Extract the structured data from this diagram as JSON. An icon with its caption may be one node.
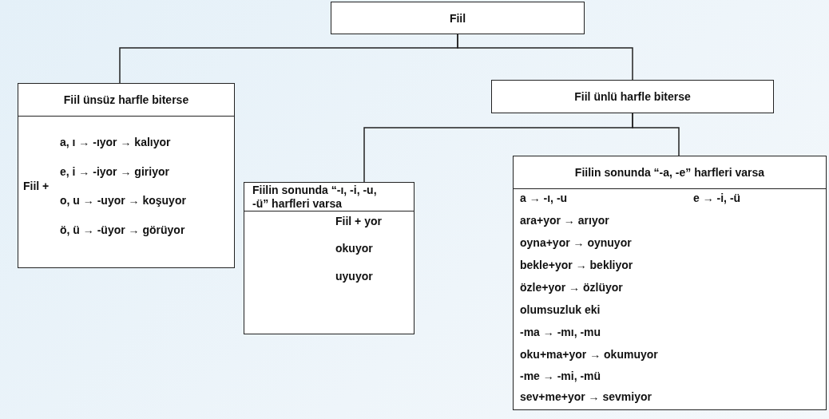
{
  "diagram": {
    "nodes": [
      {
        "text": [
          "Fiil"
        ]
      },
      {
        "text": [
          "Fiil ünsüz harfle biterse",
          "Fiil +",
          "a, ı → -ıyor → kalıyor",
          "e, i → -iyor → giriyor",
          "o, u → -uyor → koşuyor",
          "ö, ü → -üyor → görüyor"
        ]
      },
      {
        "text": [
          "Fiil ünlü harfle biterse"
        ]
      },
      {
        "text": [
          "Fiilin sonunda “-ı, -i, -u, -ü” harfleri varsa",
          "Fiil + yor",
          "okuyor",
          "uyuyor"
        ]
      },
      {
        "text": [
          "Fiilin sonunda “-a, -e” harfleri varsa",
          "a → -ı, -u",
          "e → -i, -ü",
          "ara+yor → arıyor",
          "oyna+yor → oynuyor",
          "bekle+yor → bekliyor",
          "özle+yor → özlüyor",
          "olumsuzluk eki",
          "-ma → -mı, -mu",
          "oku+ma+yor → okumuyor",
          "-me → -mi, -mü",
          "sev+me+yor → sevmiyor"
        ]
      }
    ],
    "edges": [
      {
        "from": 0,
        "to": 1,
        "arrow": "none"
      },
      {
        "from": 0,
        "to": 2,
        "arrow": "none"
      },
      {
        "from": 2,
        "to": 3,
        "arrow": "none"
      },
      {
        "from": 2,
        "to": 4,
        "arrow": "none"
      }
    ]
  }
}
